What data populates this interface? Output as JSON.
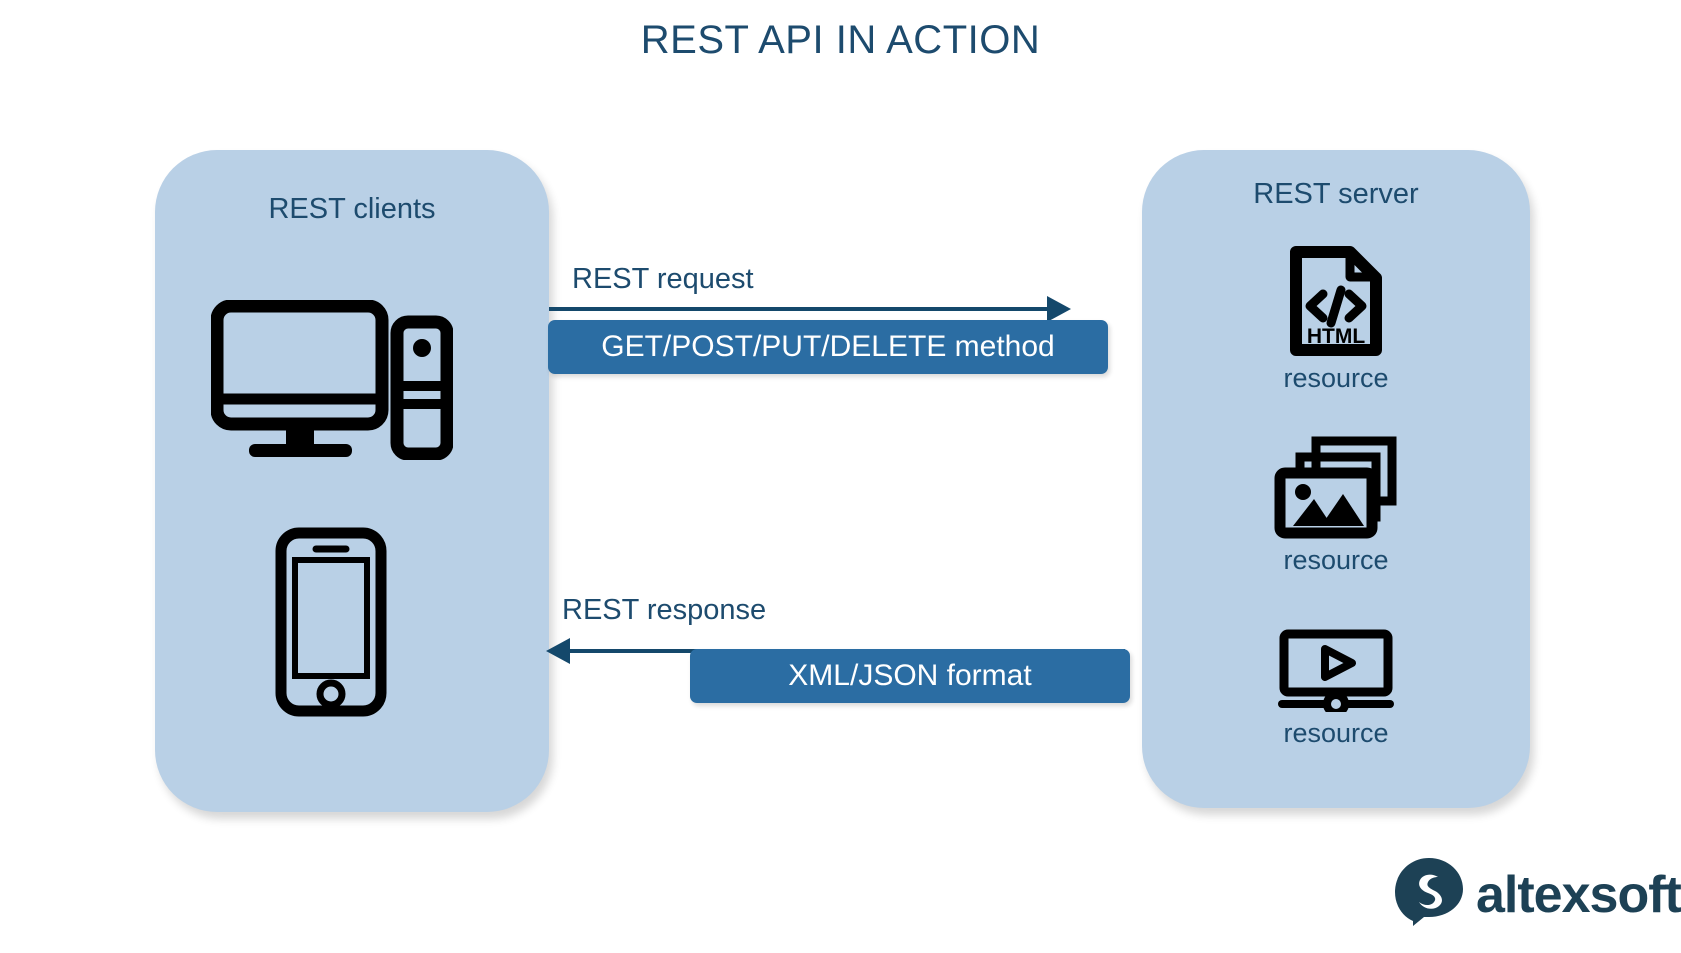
{
  "page": {
    "title": "REST API IN ACTION",
    "background": "#ffffff"
  },
  "colors": {
    "title_navy": "#1d4b6e",
    "panel_fill": "#b9d0e6",
    "banner_blue": "#2b6da3",
    "arrow_navy": "#14486b",
    "icon_black": "#000000",
    "logo_navy": "#1d4155"
  },
  "client_panel": {
    "title": "REST clients",
    "icons": [
      {
        "name": "desktop-computer-icon",
        "label": ""
      },
      {
        "name": "mobile-phone-icon",
        "label": ""
      }
    ]
  },
  "server_panel": {
    "title": "REST server",
    "resources": [
      {
        "icon": "html-document-icon",
        "icon_text": "HTML",
        "label": "resource"
      },
      {
        "icon": "image-stack-icon",
        "icon_text": "",
        "label": "resource"
      },
      {
        "icon": "video-player-icon",
        "icon_text": "",
        "label": "resource"
      }
    ]
  },
  "flows": {
    "request": {
      "caption": "REST request",
      "banner": "GET/POST/PUT/DELETE method",
      "direction": "client-to-server"
    },
    "response": {
      "caption": "REST response",
      "banner": "XML/JSON format",
      "direction": "server-to-client"
    }
  },
  "logo": {
    "wordmark": "altexsoft",
    "mark": "altexsoft-speech-bubble-icon"
  }
}
